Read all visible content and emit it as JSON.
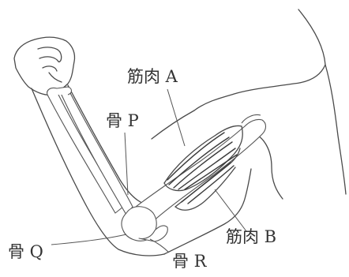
{
  "labels": {
    "muscle_a": "筋肉 A",
    "muscle_b": "筋肉 B",
    "bone_p": "骨 P",
    "bone_q": "骨 Q",
    "bone_r": "骨 R"
  }
}
